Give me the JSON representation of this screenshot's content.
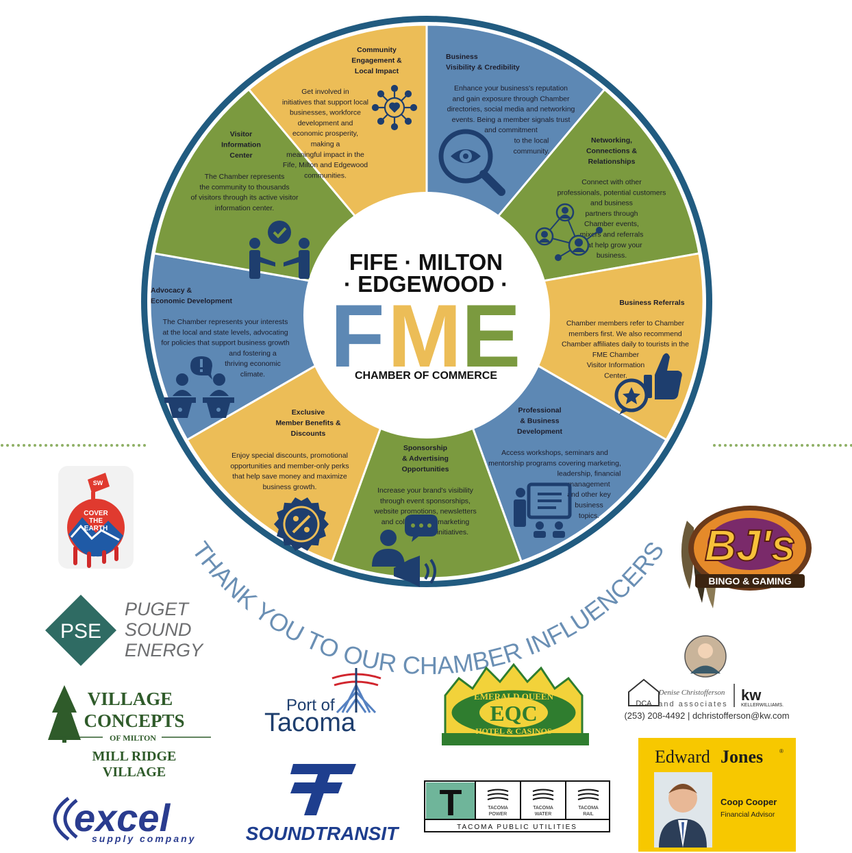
{
  "colors": {
    "ring": "#215b80",
    "yellow": "#ecbd57",
    "blue": "#5d88b4",
    "green": "#7b9a3f",
    "navy": "#1e3e6e",
    "dots": "#8fb066",
    "arc_text": "#6a8fb4"
  },
  "center": {
    "line1": "FIFE · MILTON",
    "line2": "· EDGEWOOD ·",
    "letters": [
      "F",
      "M",
      "E"
    ],
    "subtitle": "CHAMBER OF COMMERCE"
  },
  "arc_text": "THANK YOU TO OUR CHAMBER INFLUENCERS",
  "segments": [
    {
      "color": "blue",
      "icon": "magnifier-eye-icon",
      "title": [
        "Business",
        "Visibility & Credibility"
      ],
      "body": [
        "Enhance your business's reputation",
        "and gain exposure through Chamber",
        "directories, social media and networking",
        "events. Being a member signals trust",
        "and commitment",
        "to the local",
        "community."
      ]
    },
    {
      "color": "green",
      "icon": "network-people-icon",
      "title": [
        "Networking,",
        "Connections &",
        "Relationships"
      ],
      "body": [
        "Connect with other",
        "professionals, potential customers",
        "and business",
        "partners through",
        "Chamber events,",
        "mixers and referrals",
        "that help grow your",
        "business."
      ]
    },
    {
      "color": "yellow",
      "icon": "thumbs-up-star-icon",
      "title": [
        "Business Referrals"
      ],
      "body": [
        "Chamber members refer to Chamber",
        "members first. We also recommend",
        "Chamber affiliates daily to tourists in the",
        "FME Chamber",
        "Visitor Information",
        "Center."
      ]
    },
    {
      "color": "blue",
      "icon": "presentation-icon",
      "title": [
        "Professional",
        "& Business",
        "Development"
      ],
      "body": [
        "Access workshops, seminars and",
        "mentorship programs covering marketing,",
        "leadership, financial",
        "management",
        "and other key",
        "business",
        "topics."
      ]
    },
    {
      "color": "green",
      "icon": "megaphone-chat-icon",
      "title": [
        "Sponsorship",
        "& Advertising",
        "Opportunities"
      ],
      "body": [
        "Increase your brand's visibility",
        "through event sponsorships,",
        "website promotions, newsletters",
        "and collaborative marketing",
        "initiatives."
      ]
    },
    {
      "color": "yellow",
      "icon": "discount-badge-icon",
      "title": [
        "Exclusive",
        "Member Benefits &",
        "Discounts"
      ],
      "body": [
        "Enjoy special discounts, promotional",
        "opportunities and member-only perks",
        "that help save money and maximize",
        "business growth."
      ]
    },
    {
      "color": "blue",
      "icon": "advocacy-podium-icon",
      "title": [
        "Advocacy &",
        "Economic Development"
      ],
      "body": [
        "The Chamber represents your interests",
        "at the local and state levels, advocating",
        "for policies that support business growth",
        "and fostering a",
        "thriving economic",
        "climate."
      ]
    },
    {
      "color": "green",
      "icon": "handshake-check-icon",
      "title": [
        "Visitor",
        "Information",
        "Center"
      ],
      "body": [
        "The Chamber represents",
        "the community to thousands",
        "of visitors through its active visitor",
        "information center."
      ]
    },
    {
      "color": "yellow",
      "icon": "community-heart-icon",
      "title": [
        "Community",
        "Engagement &",
        "Local Impact"
      ],
      "body": [
        "Get involved in",
        "initiatives that support local",
        "businesses, workforce",
        "development and",
        "economic prosperity,",
        "making a",
        "meaningful impact in the",
        "Fife, Milton and Edgewood",
        "communities."
      ]
    }
  ],
  "sponsors": {
    "sw": {
      "line1": "COVER",
      "line2": "THE",
      "line3": "EARTH",
      "badge": "SW"
    },
    "pse": {
      "abbr": "PSE",
      "line1": "PUGET",
      "line2": "SOUND",
      "line3": "ENERGY"
    },
    "bjs": {
      "name": "BJ's",
      "tag": "BINGO & GAMING"
    },
    "village": {
      "line1": "VILLAGE",
      "line2": "CONCEPTS",
      "line3": "OF MILTON",
      "line4": "MILL RIDGE",
      "line5": "VILLAGE"
    },
    "port": {
      "line1": "Port of",
      "line2": "Tacoma"
    },
    "emerald": {
      "top": "EMERALD QUEEN",
      "mid": "EQC",
      "bottom": "HOTEL & CASINOS"
    },
    "dca": {
      "abbr": "DCA",
      "script": "Denise Christofferson",
      "sub": "and associates",
      "kw": "kw",
      "kw_sub": "KELLERWILLIAMS.",
      "contact": "(253) 208-4492 | dchristofferson@kw.com"
    },
    "edward": {
      "brand1": "Edward",
      "brand2": "Jones",
      "mark": "®",
      "name": "Coop Cooper",
      "role": "Financial Advisor"
    },
    "excel": {
      "name": "excel",
      "tag": "supply company"
    },
    "sound": {
      "name": "SOUNDTRANSIT"
    },
    "tpu": {
      "letter": "T",
      "power": "TACOMA\nPOWER",
      "water": "TACOMA\nWATER",
      "rail": "TACOMA\nRAIL",
      "footer": "TACOMA PUBLIC UTILITIES",
      "power1": "TACOMA",
      "power2": "POWER",
      "water1": "TACOMA",
      "water2": "WATER",
      "rail1": "TACOMA",
      "rail2": "RAIL"
    }
  }
}
